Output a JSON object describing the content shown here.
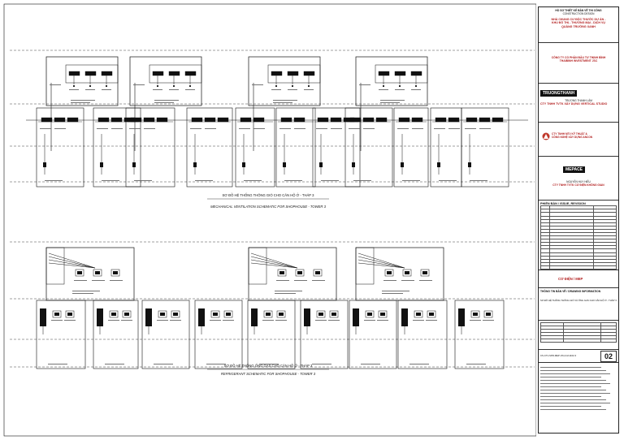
{
  "diagram1": {
    "title_vi": "SƠ ĐỒ HỆ THỐNG THÔNG GIÓ CHO CĂN HỘ Ở - THÁP 3",
    "title_en": "MECHANICAL VENTILATION SCHEMATIC FOR SHOPHOUSE - TOWER 3"
  },
  "diagram2": {
    "title_vi": "SƠ ĐỒ HỆ THỐNG ỐNG GAS CHO CĂN HỘ Ở - THÁP 3",
    "title_en": "REFRIGERANT SCHEMATIC FOR SHOPHOUSE - TOWER 3"
  },
  "title_block": {
    "stage_vi": "HỒ SƠ THIẾT KẾ BẢN VẼ THI CÔNG",
    "stage_en": "CONSTRUCTION DESIGN",
    "project": [
      "NHÀ CHUNG CƯ ĐỘC THƯỚC DỰ ÁN -",
      "KHU ĐÔ THỊ - THƯƠNG MẠI - DỊCH VỤ",
      "QUẢNG TRƯỜNG XANH"
    ],
    "owner": [
      "CÔNG TY CỔ PHẦN ĐẦU TƯ THỊNH BÌNH",
      "THAIBINH INVESTMENT JSC"
    ],
    "architect_logo": "TRUONGTHANH",
    "architect": [
      "TRƯƠNG THANH LÂM",
      "CTY TNHH TVTK XÂY DỰNG VERTICAL STUDIO"
    ],
    "consultant": [
      "CTY TNHH MTV KỸ THUẬT &",
      "CÔNG NGHỆ XÂY DỰNG ANCON"
    ],
    "mep_logo": "MEPACE",
    "mep": [
      "NGUYỄN HUY HIẾU",
      "CTY TNHH TVTK CƠ ĐIỆN KHÔNG GIAN"
    ],
    "revision_title": "PHIÊN BẢN / ISSUE, REVISION",
    "drawing_info": "THÔNG TIN BẢN VẼ / DRAWING INFORMATION",
    "discipline": "CƠ ĐIỆN / MEP",
    "drawing_title": "SƠ ĐỒ HỆ THỐNG THÔNG GIÓ VÀ ỐNG GAS CHO CĂN HỘ Ở - THÁP 3",
    "sheet_no": "02",
    "drawing_code": "CS-CT1-SPR-MEP-VD-A-M-1102-3"
  }
}
